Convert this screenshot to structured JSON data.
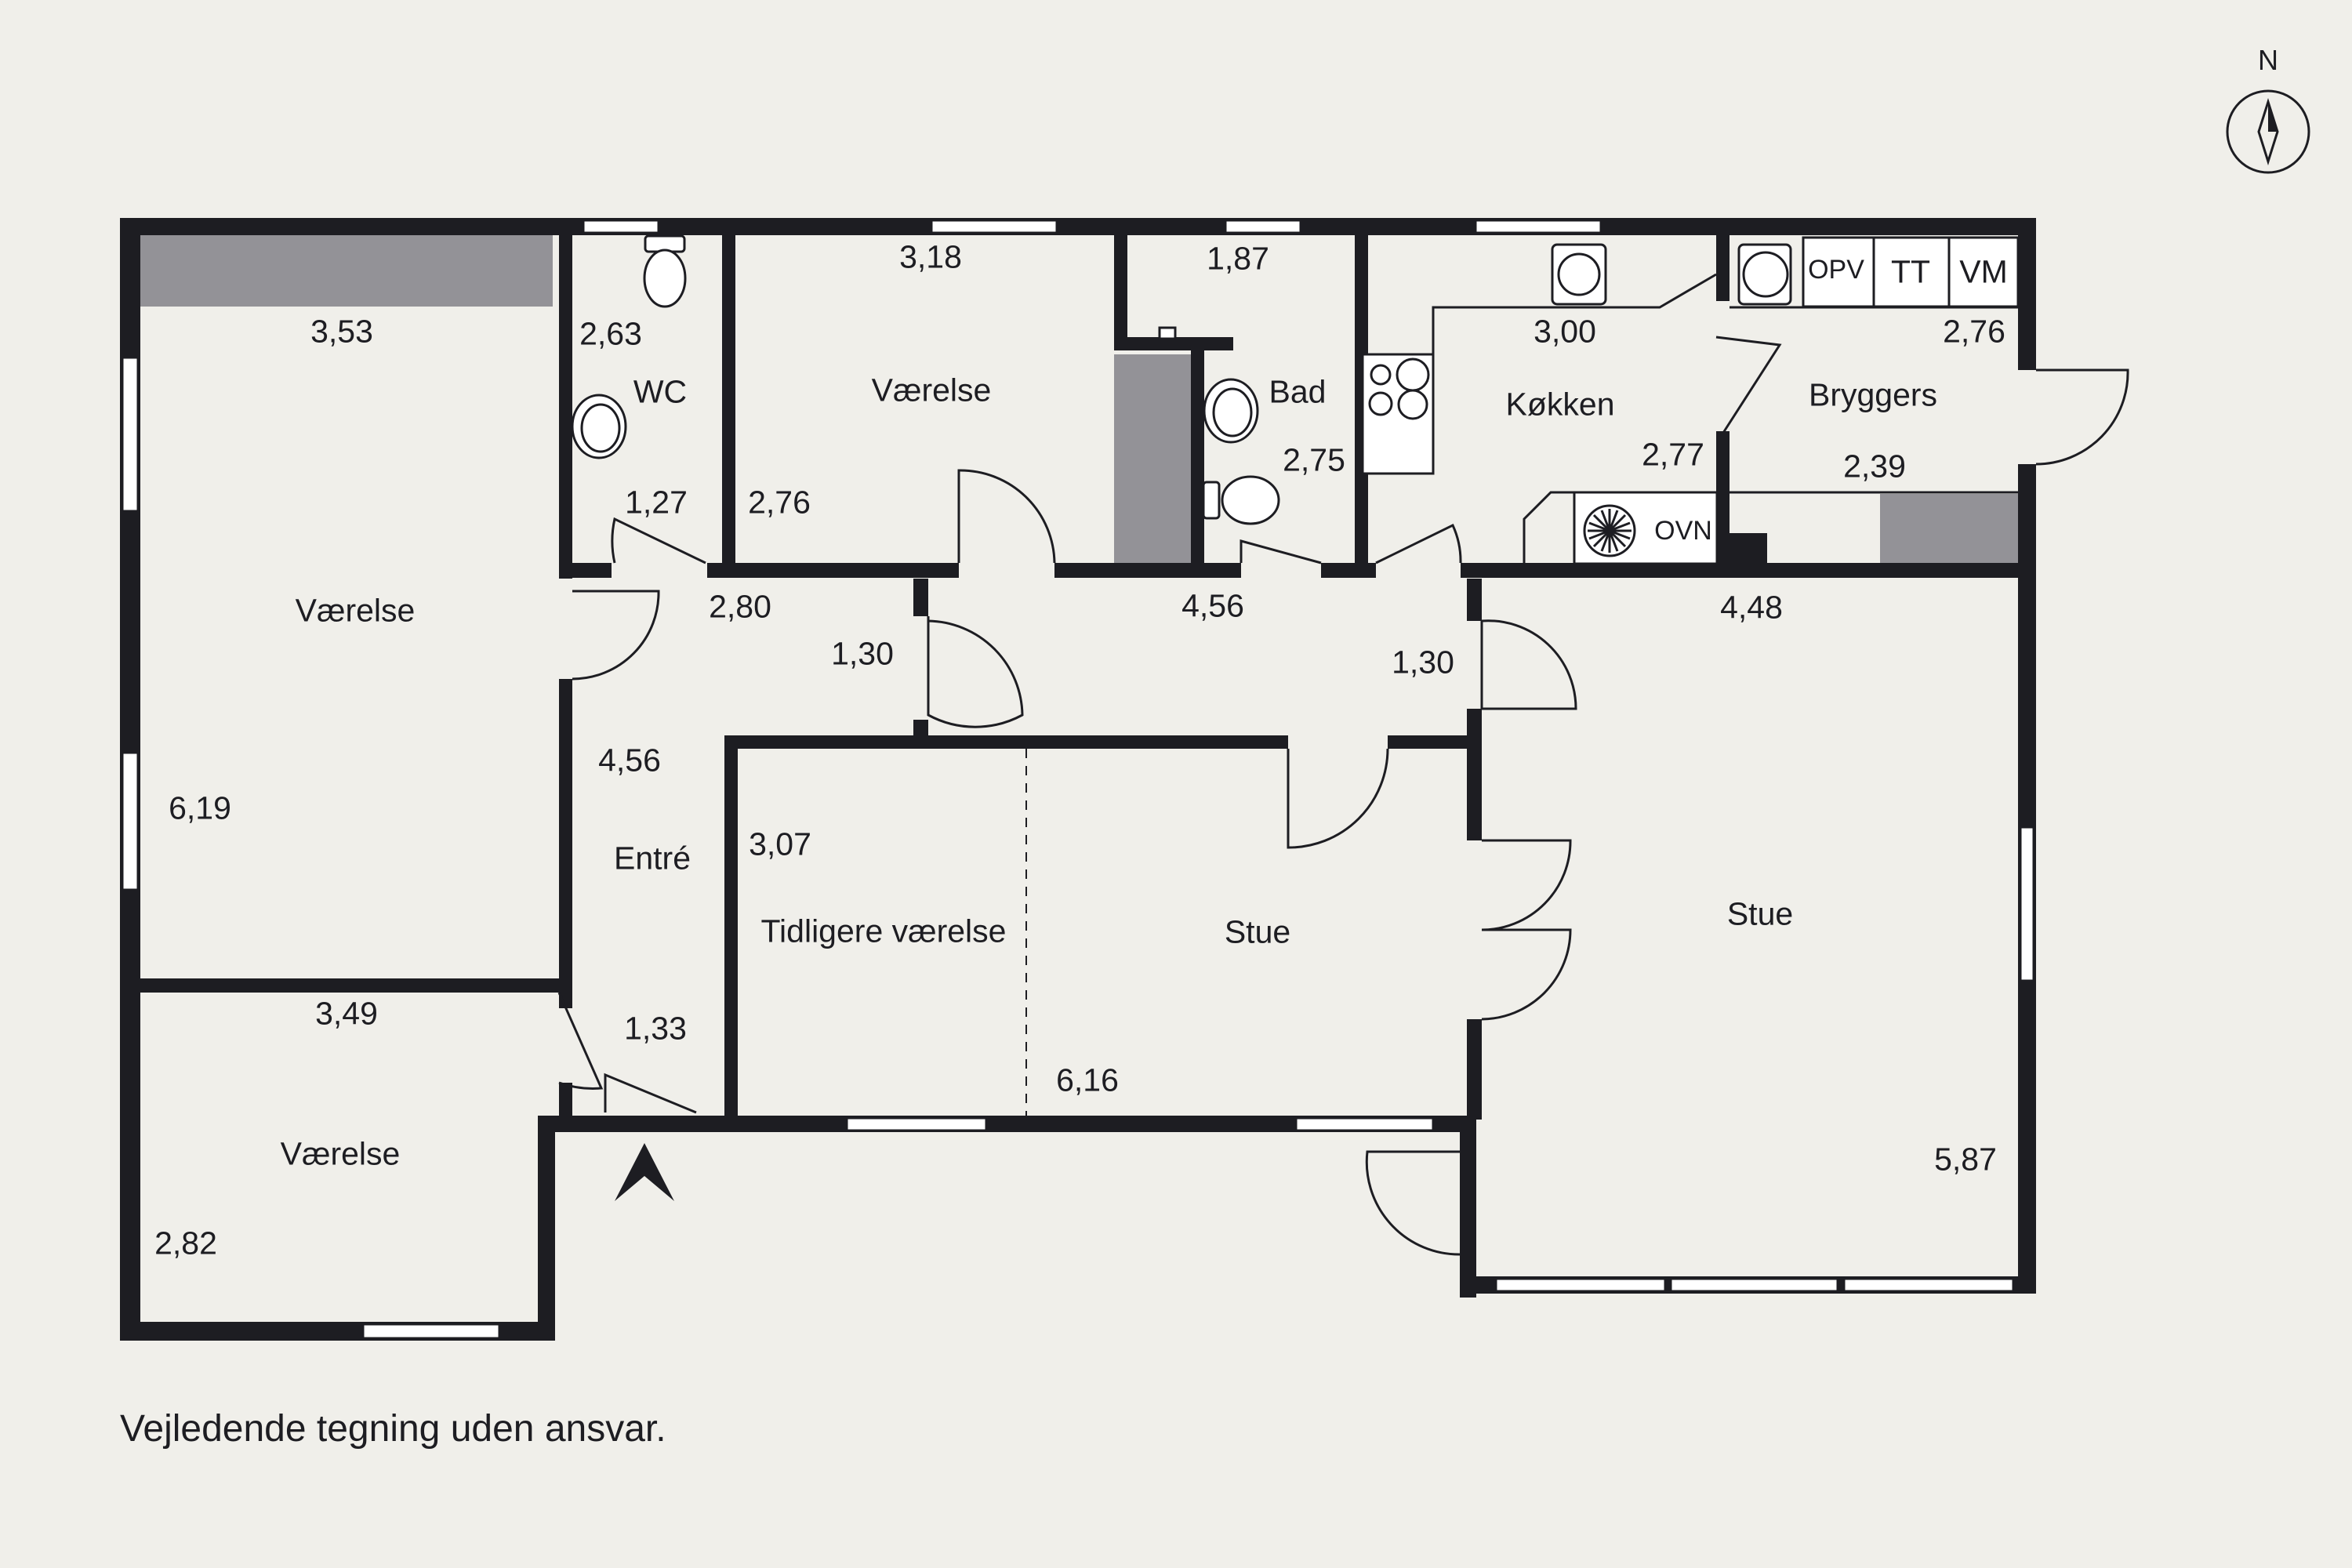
{
  "compass": {
    "label": "N"
  },
  "disclaimer": "Vejledende tegning uden ansvar.",
  "rooms": {
    "vaerelse_large": "Værelse",
    "vaerelse_small": "Værelse",
    "wc": "WC",
    "vaerelse_mid": "Værelse",
    "bad": "Bad",
    "koekken": "Køkken",
    "bryggers": "Bryggers",
    "entre": "Entré",
    "tidligere_vaerelse": "Tidligere værelse",
    "stue_mid": "Stue",
    "stue_right": "Stue"
  },
  "appliances": {
    "opv": "OPV",
    "tt": "TT",
    "vm": "VM",
    "ovn": "OVN"
  },
  "dimensions": {
    "d_353": "3,53",
    "d_619": "6,19",
    "d_349": "3,49",
    "d_282": "2,82",
    "d_263": "2,63",
    "d_127": "1,27",
    "d_318": "3,18",
    "d_276_vaer": "2,76",
    "d_187": "1,87",
    "d_275": "2,75",
    "d_300": "3,00",
    "d_277": "2,77",
    "d_276_bryg": "2,76",
    "d_239": "2,39",
    "d_280": "2,80",
    "d_130_left": "1,30",
    "d_456_hall": "4,56",
    "d_130_right": "1,30",
    "d_448": "4,48",
    "d_456_entre": "4,56",
    "d_307": "3,07",
    "d_133": "1,33",
    "d_616": "6,16",
    "d_587": "5,87"
  }
}
